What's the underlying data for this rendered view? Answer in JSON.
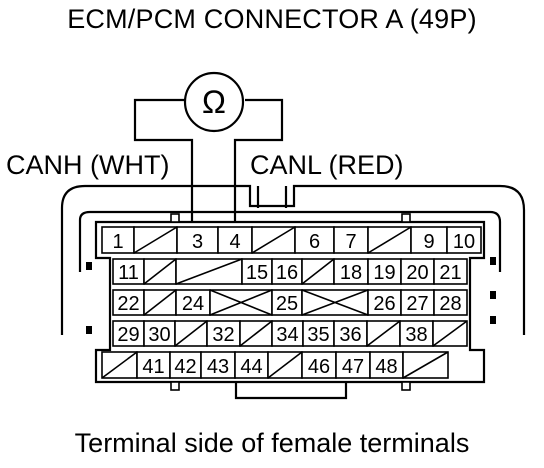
{
  "title": "ECM/PCM CONNECTOR A (49P)",
  "caption": "Terminal side of female terminals",
  "meter_symbol": "Ω",
  "wires": {
    "left": {
      "label": "CANH (WHT)",
      "terminal": "3"
    },
    "right": {
      "label": "CANL (RED)",
      "terminal": "4"
    }
  },
  "rows": [
    [
      "1",
      "",
      "3",
      "4",
      "",
      "6",
      "7",
      "",
      "9",
      "10"
    ],
    [
      "11",
      "",
      "",
      "15",
      "16",
      "",
      "18",
      "19",
      "20",
      "21"
    ],
    [
      "22",
      "",
      "24",
      "",
      "25",
      "",
      "26",
      "27",
      "28"
    ],
    [
      "29",
      "30",
      "",
      "32",
      "",
      "34",
      "35",
      "36",
      "",
      "38",
      ""
    ],
    [
      "",
      "41",
      "42",
      "43",
      "44",
      "",
      "46",
      "47",
      "48",
      ""
    ]
  ]
}
